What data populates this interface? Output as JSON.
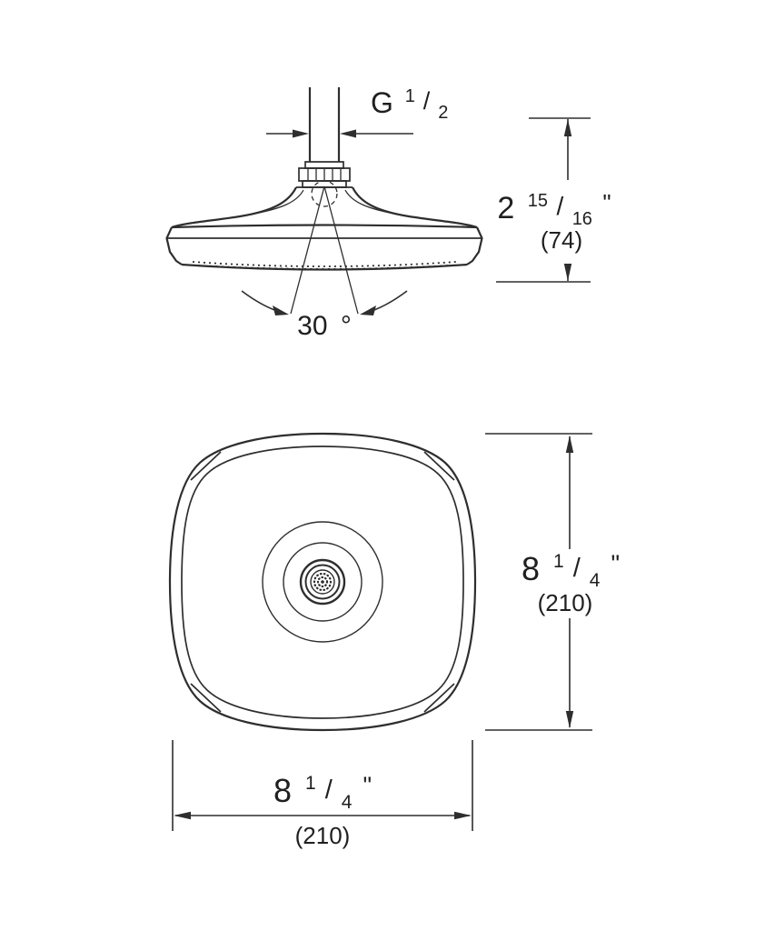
{
  "labels": {
    "fraction_separator": "/",
    "thread": {
      "prefix": "G",
      "numerator": "1",
      "denominator": "2"
    },
    "head_height": {
      "whole": "2",
      "numerator": "15",
      "denominator": "16",
      "unit": "\"",
      "metric": "(74)"
    },
    "spray_angle": {
      "value": "30",
      "unit": "°"
    },
    "face_height": {
      "whole": "8",
      "numerator": "1",
      "denominator": "4",
      "unit": "\"",
      "metric": "(210)"
    },
    "face_width": {
      "whole": "8",
      "numerator": "1",
      "denominator": "4",
      "unit": "\"",
      "metric": "(210)"
    }
  }
}
